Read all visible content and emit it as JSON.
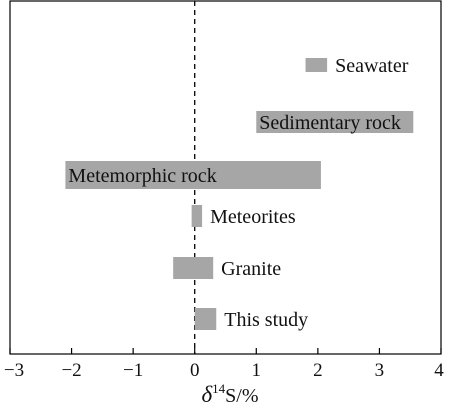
{
  "chart_data": {
    "type": "bar",
    "orientation": "horizontal",
    "categories": [
      "Seawater",
      "Sedimentary rock",
      "Metemorphic rock",
      "Meteorites",
      "Granite",
      "This study"
    ],
    "ranges": [
      [
        1.8,
        2.15
      ],
      [
        1.0,
        3.55
      ],
      [
        -2.1,
        2.05
      ],
      [
        -0.05,
        0.12
      ],
      [
        -0.35,
        0.3
      ],
      [
        0.0,
        0.35
      ]
    ],
    "xlim": [
      -3,
      4
    ],
    "xticks": [
      "−3",
      "−2",
      "−1",
      "0",
      "1",
      "2",
      "3",
      "4"
    ],
    "xlabel_italic": "δ",
    "xlabel_sup": "14",
    "xlabel_rest": "S/%",
    "reference_line_x": 0,
    "reference_line_style": "dashed",
    "grid": false,
    "bar_color": "#a6a6a6"
  }
}
